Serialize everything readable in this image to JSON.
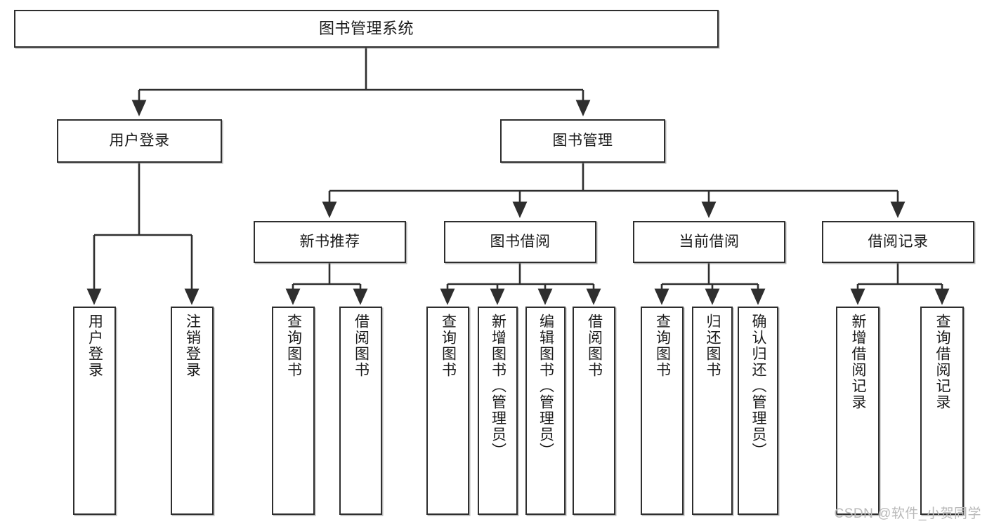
{
  "diagram": {
    "title": "图书管理系统",
    "type": "tree-hierarchy",
    "colors": {
      "node_border": "#2e2e2e",
      "node_fill": "#ffffff",
      "edge": "#2e2e2e",
      "text": "#1a1a1a",
      "watermark": "#b9b9b9",
      "background": "#ffffff"
    },
    "nodes": {
      "root": {
        "label": "图书管理系统"
      },
      "level2": [
        {
          "id": "user-login",
          "label": "用户登录"
        },
        {
          "id": "book-manage",
          "label": "图书管理"
        }
      ],
      "level3": [
        {
          "id": "new-book-recommend",
          "label": "新书推荐"
        },
        {
          "id": "book-borrow",
          "label": "图书借阅"
        },
        {
          "id": "current-borrow",
          "label": "当前借阅"
        },
        {
          "id": "borrow-record",
          "label": "借阅记录"
        }
      ],
      "leaves": [
        {
          "id": "leaf-user-login",
          "label": "用户登录",
          "parent": "user-login"
        },
        {
          "id": "leaf-user-logout",
          "label": "注销登录",
          "parent": "user-login"
        },
        {
          "id": "leaf-query-book-1",
          "label": "查询图书",
          "parent": "new-book-recommend"
        },
        {
          "id": "leaf-borrow-book-1",
          "label": "借阅图书",
          "parent": "new-book-recommend"
        },
        {
          "id": "leaf-query-book-2",
          "label": "查询图书",
          "parent": "book-borrow"
        },
        {
          "id": "leaf-add-book",
          "label": "新增图书（管理员）",
          "parent": "book-borrow"
        },
        {
          "id": "leaf-edit-book",
          "label": "编辑图书（管理员）",
          "parent": "book-borrow"
        },
        {
          "id": "leaf-borrow-book-2",
          "label": "借阅图书",
          "parent": "book-borrow"
        },
        {
          "id": "leaf-query-book-3",
          "label": "查询图书",
          "parent": "current-borrow"
        },
        {
          "id": "leaf-return-book",
          "label": "归还图书",
          "parent": "current-borrow"
        },
        {
          "id": "leaf-confirm-return",
          "label": "确认归还（管理员）",
          "parent": "current-borrow"
        },
        {
          "id": "leaf-add-record",
          "label": "新增借阅记录",
          "parent": "borrow-record"
        },
        {
          "id": "leaf-query-record",
          "label": "查询借阅记录",
          "parent": "borrow-record"
        }
      ]
    },
    "watermark": "CSDN @软件_小贺同学"
  }
}
